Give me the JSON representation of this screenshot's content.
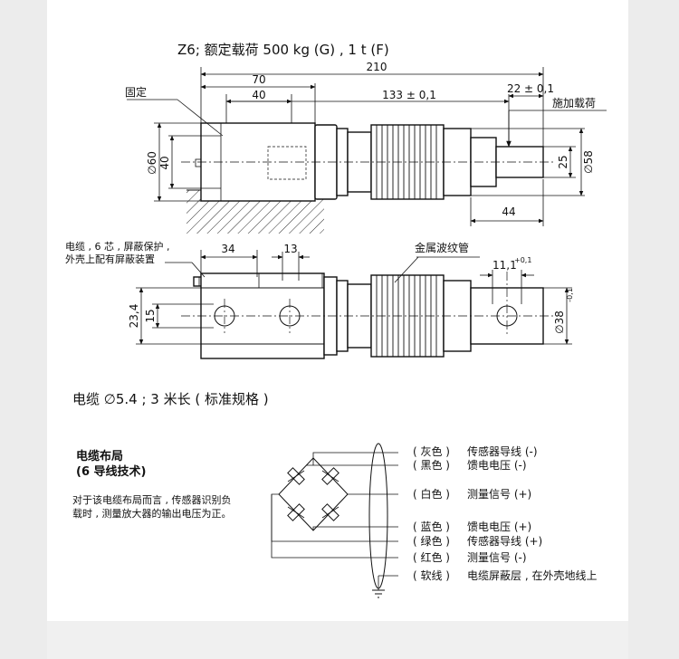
{
  "header": {
    "title": "Z6; 额定载荷 500 kg (G) , 1 t (F)"
  },
  "top_view": {
    "dim_210": "210",
    "dim_70": "70",
    "dim_40_top": "40",
    "dim_133": "133 ± 0,1",
    "dim_22": "22 ± 0,1",
    "label_fixed": "固定",
    "label_load": "施加载荷",
    "dim_60": "∅60",
    "dim_40_side": "40",
    "dim_25": "25",
    "dim_58": "∅58",
    "dim_44": "44"
  },
  "front_view": {
    "label_cable_line1": "电缆 , 6 芯 , 屏蔽保护 ,",
    "label_cable_line2": "外壳上配有屏蔽装置",
    "dim_34": "34",
    "dim_13": "13",
    "label_bellows": "金属波纹管",
    "dim_11_main": "11,1",
    "dim_11_tol": "+0,1",
    "dim_234": "23,4",
    "dim_15": "15",
    "dim_38_main": "∅38",
    "dim_38_tol": "-0,1"
  },
  "cable_note": "电缆 ∅5.4 ; 3 米长 ( 标准规格 )",
  "wiring": {
    "heading_line1": "电缆布局",
    "heading_line2": "(6 导线技术)",
    "description_line1": "对于该电缆布局而言 , 传感器识别负",
    "description_line2": "载时 , 测量放大器的输出电压为正。",
    "rows": [
      {
        "color": "( 灰色 )",
        "signal": "传感器导线 (-)"
      },
      {
        "color": "( 黑色 )",
        "signal": "馈电电压 (-)"
      },
      {
        "color": "( 白色 )",
        "signal": "测量信号 (+)"
      },
      {
        "color": "( 蓝色 )",
        "signal": "馈电电压 (+)"
      },
      {
        "color": "( 绿色 )",
        "signal": "传感器导线 (+)"
      },
      {
        "color": "( 红色 )",
        "signal": "测量信号 (-)"
      },
      {
        "color": "( 软线 )",
        "signal": "电缆屏蔽层 , 在外壳地线上"
      }
    ]
  }
}
